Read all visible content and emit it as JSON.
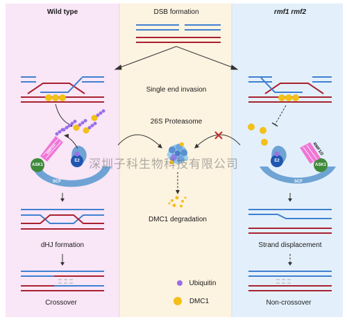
{
  "panels": {
    "left_title": "Wild type",
    "center_title": "DSB formation",
    "right_title": "rmf1 rmf2"
  },
  "center": {
    "step1": "Single end invasion",
    "step2": "26S  Proteasome",
    "step3": "DMC1 degradation"
  },
  "left": {
    "step1": "dHJ formation",
    "step2": "Crossover"
  },
  "right": {
    "step1": "Strand displacement",
    "step2": "Non-crossover"
  },
  "complex_labels": {
    "ask1": "ASK1",
    "e2": "E2",
    "scf": "SCF",
    "rmf": "RMF1/2"
  },
  "legend": {
    "ubiquitin": "Ubiquitin",
    "dmc1": "DMC1"
  },
  "watermark": "深圳子科生物科技有限公司",
  "colors": {
    "left_bg": "#f9e6f7",
    "center_bg": "#fdf3e1",
    "right_bg": "#e3f0fb",
    "blue_strand": "#3f7fcf",
    "red_strand": "#a8202e",
    "ubiquitin": "#9b6ee6",
    "dmc1": "#f2c018",
    "ask1": "#3f8a3a",
    "e2": "#1f56b0",
    "scf": "#6fa3d4",
    "rmf": "#f076d6"
  }
}
